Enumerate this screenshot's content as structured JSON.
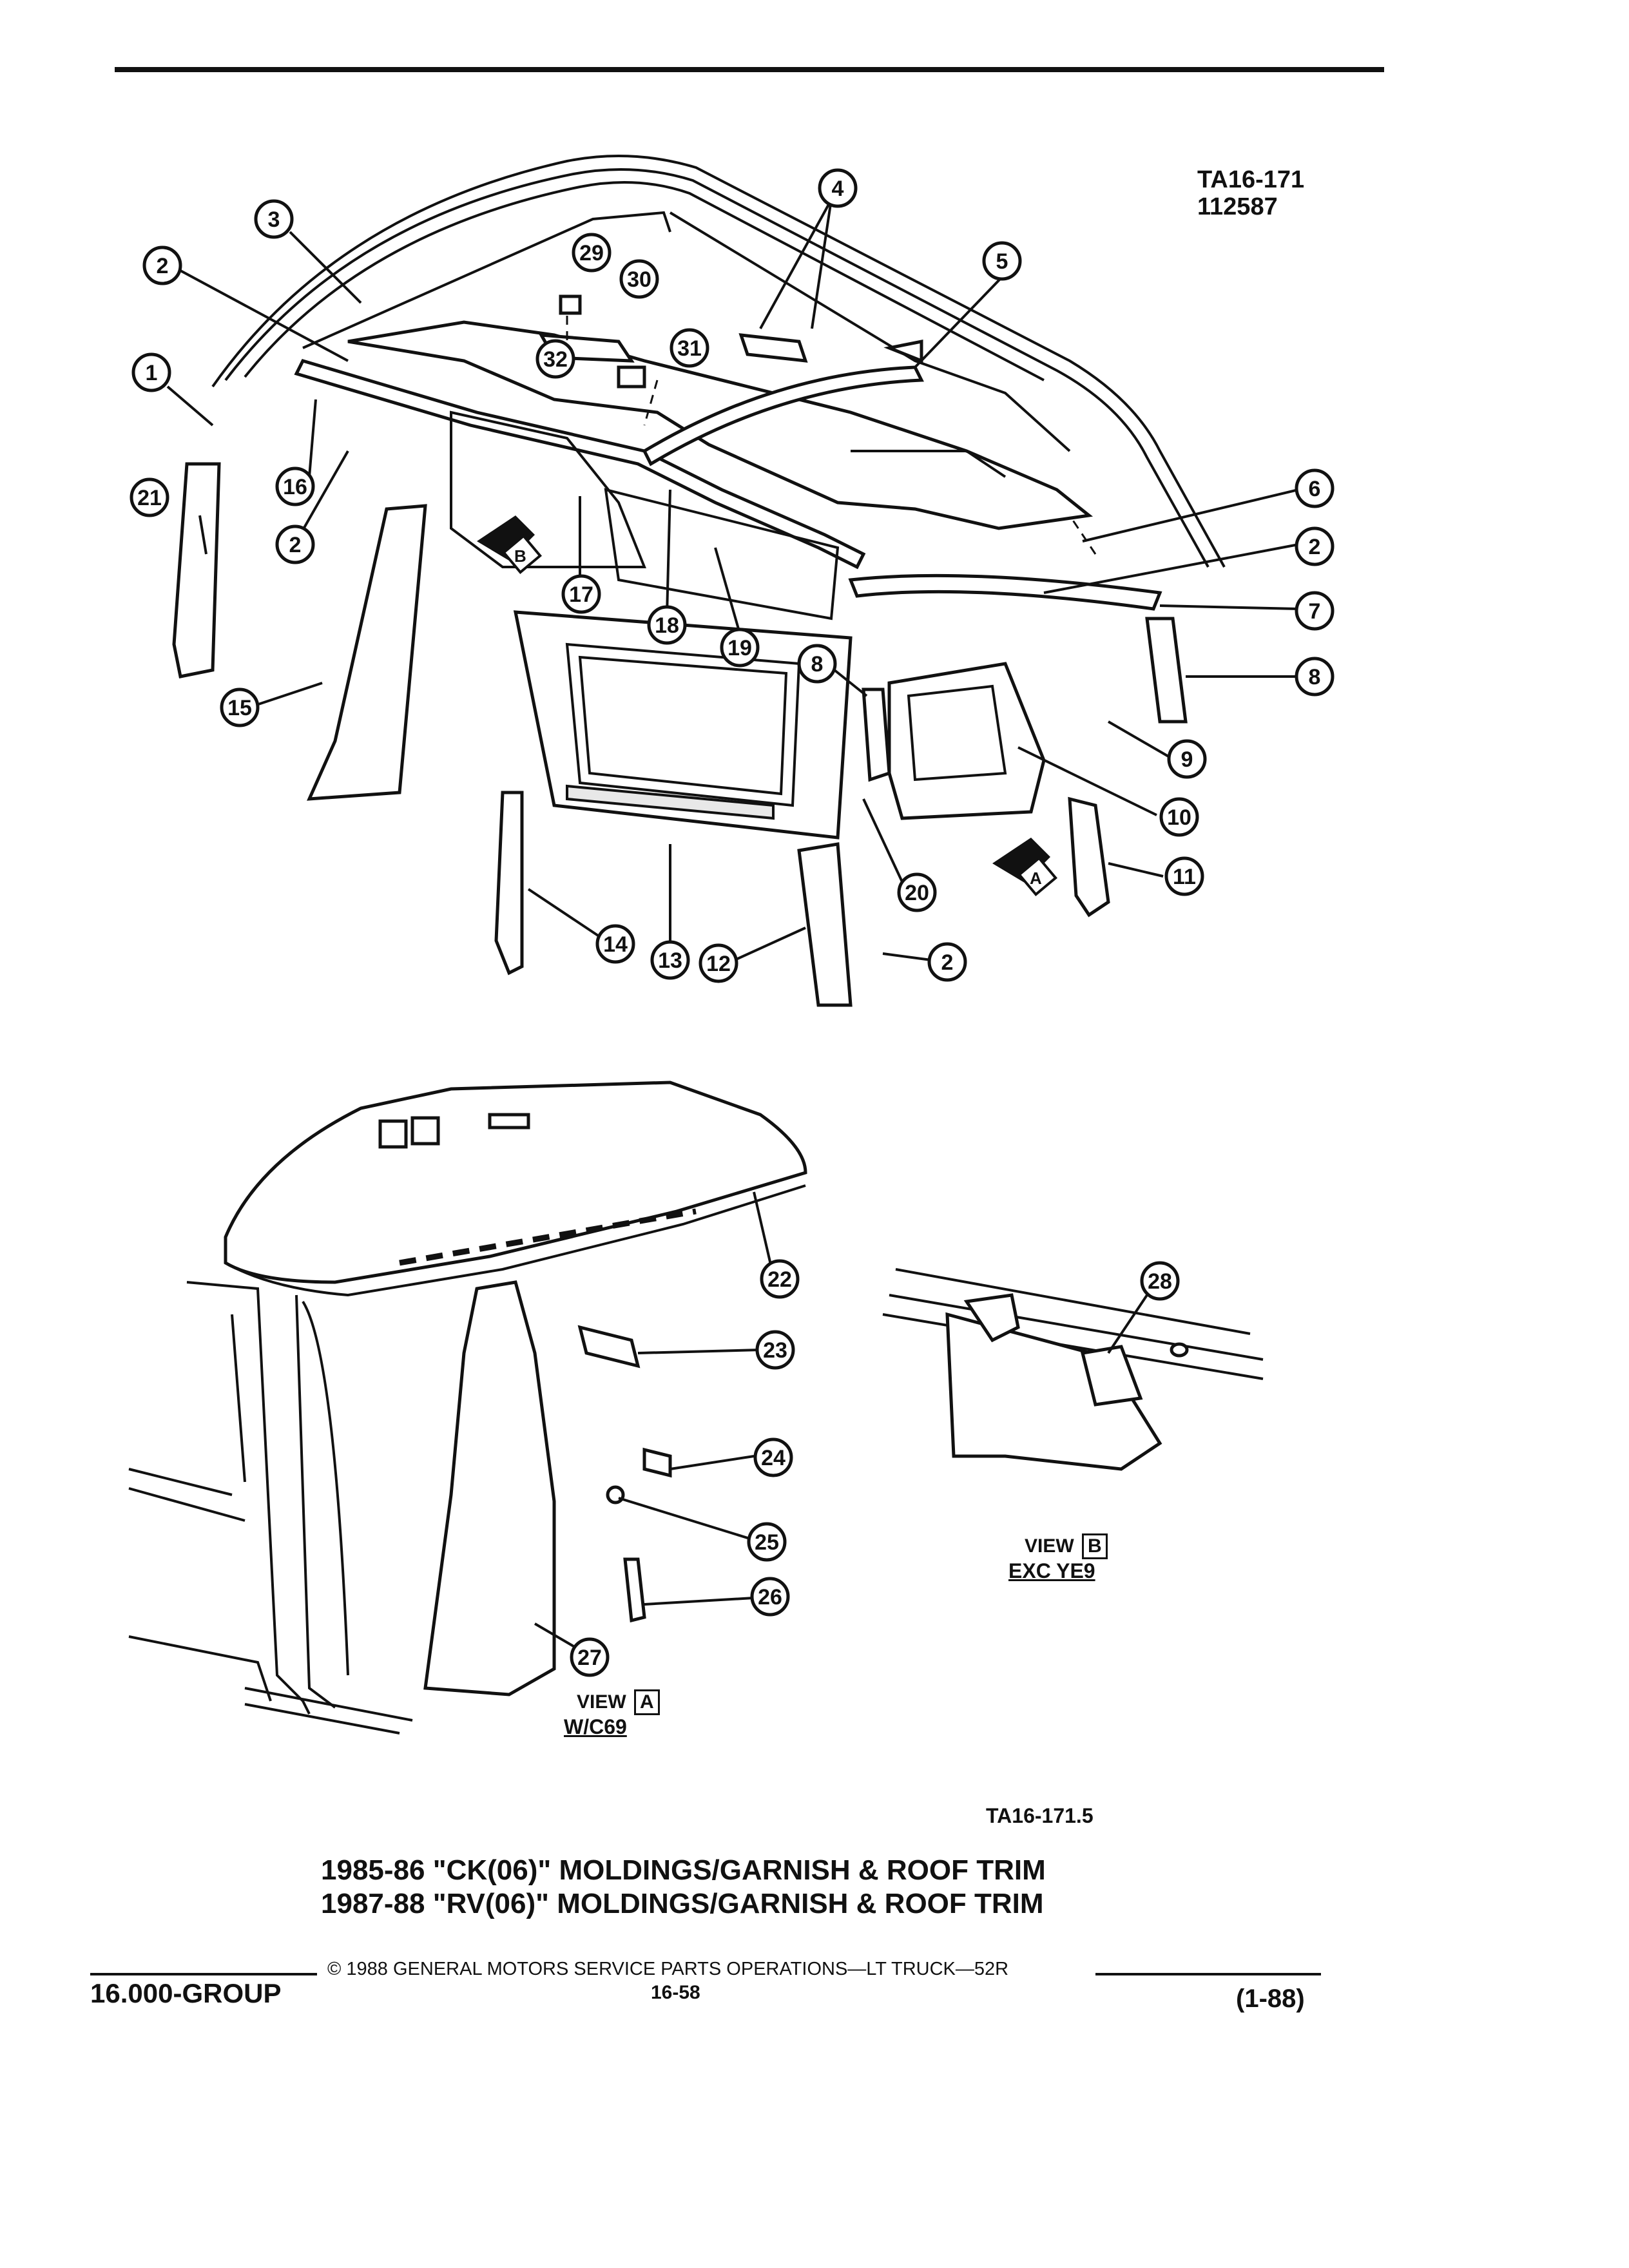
{
  "header": {
    "ref_top": "TA16-171",
    "ref_top_sub": "112587",
    "ref_bottom": "TA16-171.5"
  },
  "title": {
    "line1": "1985-86 \"CK(06)\" MOLDINGS/GARNISH & ROOF TRIM",
    "line2": "1987-88 \"RV(06)\" MOLDINGS/GARNISH & ROOF TRIM"
  },
  "views": {
    "view_a_label": "VIEW",
    "view_a_letter": "A",
    "view_a_note": "W/C69",
    "view_b_label": "VIEW",
    "view_b_letter": "B",
    "view_b_note": "EXC YE9",
    "marker_a": "A",
    "marker_b": "B"
  },
  "footer": {
    "copyright": "© 1988 GENERAL MOTORS SERVICE PARTS OPERATIONS—LT TRUCK—52R",
    "group": "16.000-GROUP",
    "page": "16-58",
    "date_code": "(1-88)"
  },
  "callouts": [
    {
      "n": "1"
    },
    {
      "n": "2"
    },
    {
      "n": "3"
    },
    {
      "n": "4"
    },
    {
      "n": "5"
    },
    {
      "n": "6"
    },
    {
      "n": "2"
    },
    {
      "n": "7"
    },
    {
      "n": "8"
    },
    {
      "n": "9"
    },
    {
      "n": "10"
    },
    {
      "n": "11"
    },
    {
      "n": "2"
    },
    {
      "n": "12"
    },
    {
      "n": "13"
    },
    {
      "n": "14"
    },
    {
      "n": "15"
    },
    {
      "n": "16"
    },
    {
      "n": "2"
    },
    {
      "n": "17"
    },
    {
      "n": "18"
    },
    {
      "n": "19"
    },
    {
      "n": "20"
    },
    {
      "n": "21"
    },
    {
      "n": "8"
    },
    {
      "n": "2"
    },
    {
      "n": "29"
    },
    {
      "n": "30"
    },
    {
      "n": "31"
    },
    {
      "n": "32"
    },
    {
      "n": "22"
    },
    {
      "n": "23"
    },
    {
      "n": "24"
    },
    {
      "n": "25"
    },
    {
      "n": "26"
    },
    {
      "n": "27"
    },
    {
      "n": "28"
    }
  ]
}
